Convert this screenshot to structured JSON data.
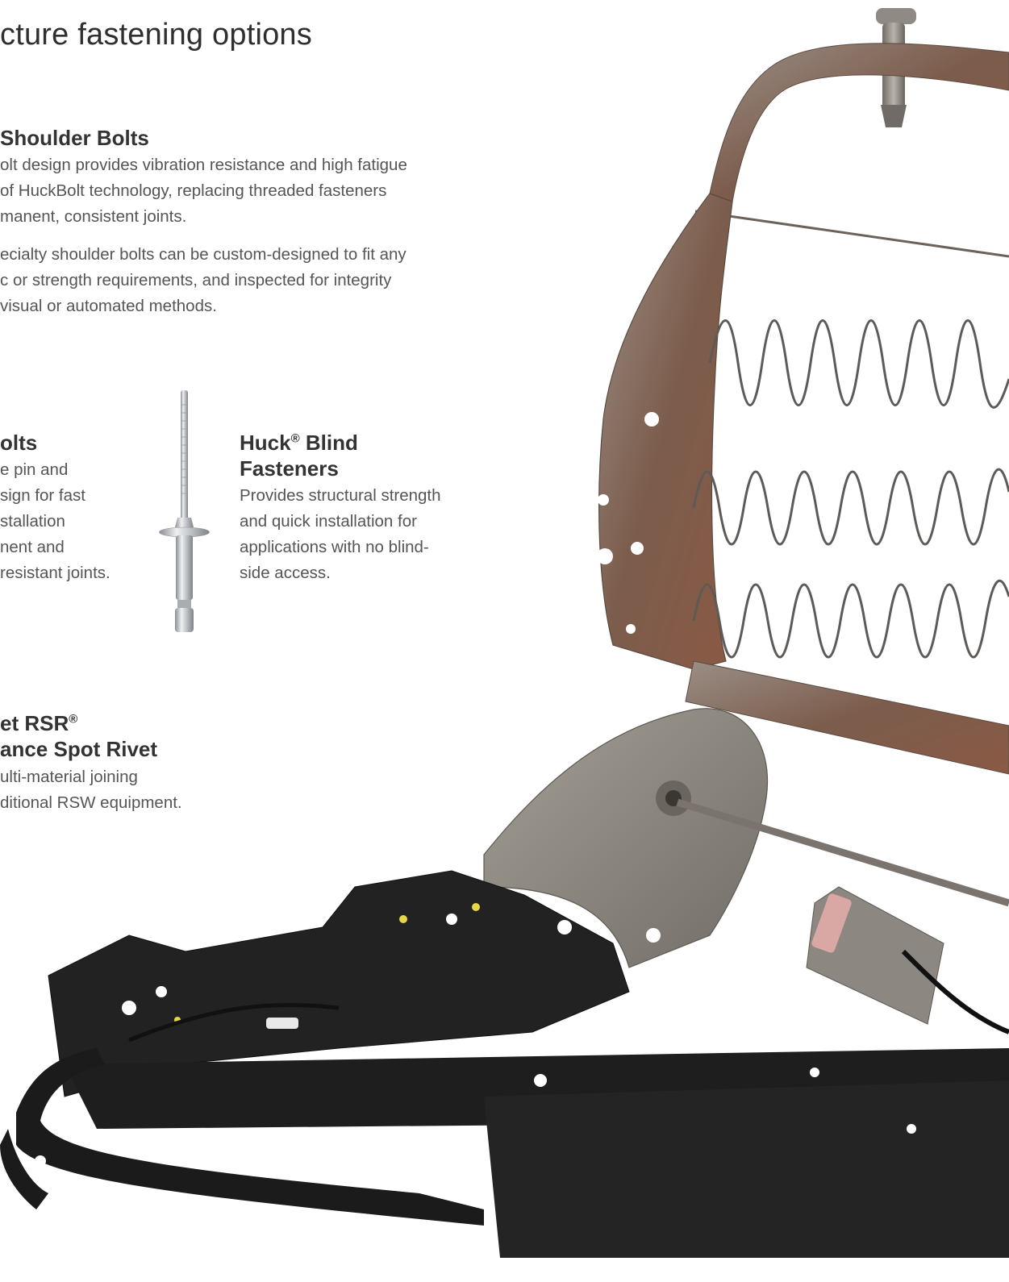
{
  "page": {
    "title": "cture fastening options"
  },
  "shoulder_bolts": {
    "heading": "Shoulder Bolts",
    "paragraph_1": [
      "olt design provides vibration resistance and high fatigue",
      "of HuckBolt technology, replacing threaded fasteners",
      "manent, consistent joints."
    ],
    "paragraph_2": [
      "ecialty shoulder bolts can be custom-designed to fit any",
      "c or strength requirements, and inspected for integrity",
      " visual or automated methods."
    ]
  },
  "bolts": {
    "heading": "olts",
    "lines": [
      "e pin and",
      "sign for fast",
      "stallation",
      "nent and",
      "resistant joints."
    ]
  },
  "blind_fasteners": {
    "heading_line_1": "Huck",
    "heading_reg": "®",
    "heading_line_1_rest": " Blind",
    "heading_line_2": "Fasteners",
    "lines": [
      "Provides structural strength",
      "and quick installation for",
      "applications with no blind-",
      "side access."
    ]
  },
  "spot_rivet": {
    "heading_line_1": "et RSR",
    "heading_reg": "®",
    "heading_line_2": "ance Spot Rivet",
    "lines": [
      "ulti-material joining",
      "ditional RSW equipment."
    ]
  },
  "images": {
    "rivet": "blind-rivet-photo",
    "seat_frame": "car-seat-frame-photo"
  },
  "colors": {
    "heading": "#333333",
    "body": "#555555",
    "rust": "#8a5a44",
    "steel": "#8f8b84",
    "black_frame": "#1e1e1e",
    "bracket": "#8d8880"
  }
}
